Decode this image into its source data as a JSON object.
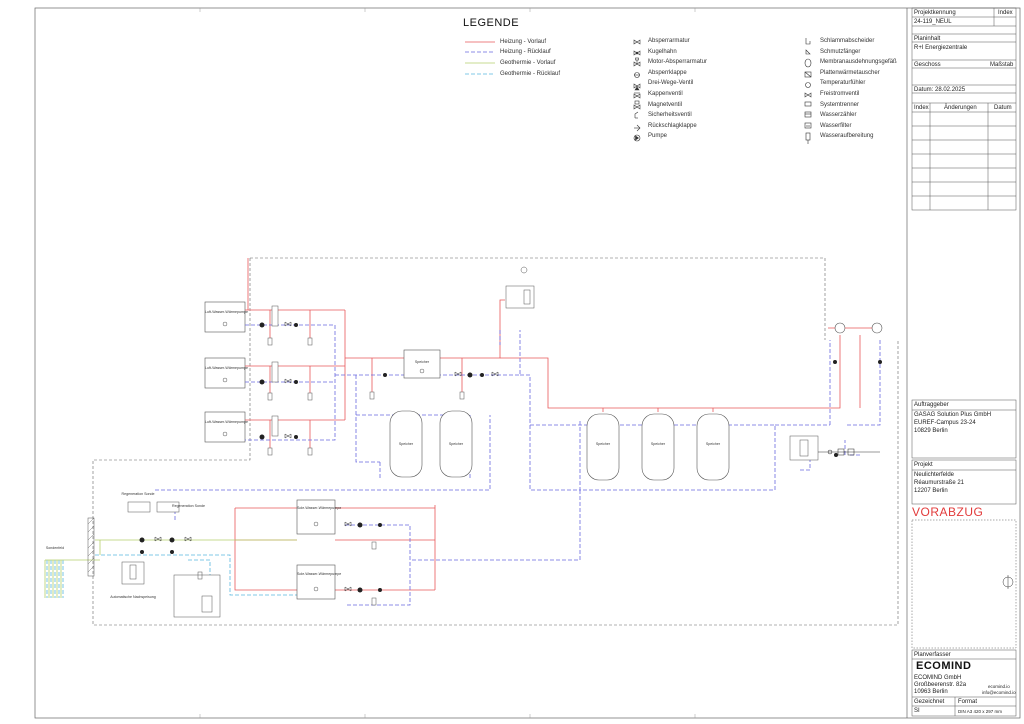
{
  "legend": {
    "title": "LEGENDE",
    "lines": [
      {
        "label": "Heizung - Vorlauf",
        "color": "#e8585a",
        "dash": "none"
      },
      {
        "label": "Heizung - Rücklauf",
        "color": "#6a6ae0",
        "dash": "4,2"
      },
      {
        "label": "Geothermie - Vorlauf",
        "color": "#b5cf6b",
        "dash": "none"
      },
      {
        "label": "Geothermie - Rücklauf",
        "color": "#5ab8e0",
        "dash": "4,2"
      }
    ],
    "symbols_col1": [
      {
        "label": "Absperrarmatur",
        "icon": "gate-valve-icon"
      },
      {
        "label": "Kugelhahn",
        "icon": "ball-valve-icon"
      },
      {
        "label": "Motor-Absperrarmatur",
        "icon": "motor-valve-icon"
      },
      {
        "label": "Absperrklappe",
        "icon": "butterfly-valve-icon"
      },
      {
        "label": "Drei-Wege-Ventil",
        "icon": "three-way-valve-icon"
      },
      {
        "label": "Kappenventil",
        "icon": "cap-valve-icon"
      },
      {
        "label": "Magnetventil",
        "icon": "solenoid-valve-icon"
      },
      {
        "label": "Sicherheitsventil",
        "icon": "safety-valve-icon"
      },
      {
        "label": "Rückschlagklappe",
        "icon": "check-valve-icon"
      },
      {
        "label": "Pumpe",
        "icon": "pump-icon"
      }
    ],
    "symbols_col2": [
      {
        "label": "Schlammabscheider",
        "icon": "sludge-separator-icon"
      },
      {
        "label": "Schmutzfänger",
        "icon": "strainer-icon"
      },
      {
        "label": "Membranausdehnungsgefäß",
        "icon": "expansion-vessel-icon"
      },
      {
        "label": "Plattenwärmetauscher",
        "icon": "plate-heat-exchanger-icon"
      },
      {
        "label": "Temperaturfühler",
        "icon": "temperature-sensor-icon"
      },
      {
        "label": "Freistromventil",
        "icon": "free-flow-valve-icon"
      },
      {
        "label": "Systemtrenner",
        "icon": "system-separator-icon"
      },
      {
        "label": "Wasserzähler",
        "icon": "water-meter-icon"
      },
      {
        "label": "Wasserfilter",
        "icon": "water-filter-icon"
      },
      {
        "label": "Wasseraufbereitung",
        "icon": "water-treatment-icon"
      }
    ]
  },
  "titleblock": {
    "projektkennung_label": "Projektkennung",
    "index_label": "Index",
    "projektkennung_value": "24-119_NEUL",
    "planinhalt_label": "Planinhalt",
    "planinhalt_value": "R+I Energiezentrale",
    "geschoss_label": "Geschoss",
    "massstab_label": "Maßstab",
    "datum": "Datum: 28.02.2025",
    "changes_headers": [
      "Index",
      "Änderungen",
      "Datum"
    ],
    "auftraggeber_label": "Auftraggeber",
    "auftraggeber_lines": [
      "GASAG Solution Plus GmbH",
      "EUREF-Campus 23-24",
      "10829 Berlin"
    ],
    "projekt_label": "Projekt",
    "projekt_lines": [
      "Neulichterfelde",
      "Réaumurstraße 21",
      "12207 Berlin"
    ],
    "vorabzug": "VORABZUG",
    "planverfasser_label": "Planverfasser",
    "logo_text": "ECOMIND",
    "company_lines": [
      "ECOMIND GmbH",
      "Großbeerenstr. 82a",
      "10963 Berlin"
    ],
    "company_web": "ecomind.io",
    "company_mail": "info@ecomind.io",
    "gezeichnet_label": "Gezeichnet",
    "gezeichnet_value": "SI",
    "format_label": "Format",
    "format_value": "DIN A3 420 x 297 mm"
  },
  "diagram": {
    "hp_units": [
      "Luft-Wasser-Wärmepumpe",
      "Luft-Wasser-Wärmepumpe",
      "Luft-Wasser-Wärmepumpe"
    ],
    "buffer_top": "Speicher",
    "storage_left": [
      "Speicher",
      "Speicher"
    ],
    "storage_right": [
      "Speicher",
      "Speicher",
      "Speicher"
    ],
    "geo_units": [
      "Sole-Wasser-Wärmepumpe",
      "Sole-Wasser-Wärmepumpe"
    ],
    "regen_left": "Regeneration Sonde",
    "regen_right": "Regeneration Sonde",
    "sondenfeld": "Sondenfeld",
    "auto_fill": "Automatische Nachspeisung"
  }
}
